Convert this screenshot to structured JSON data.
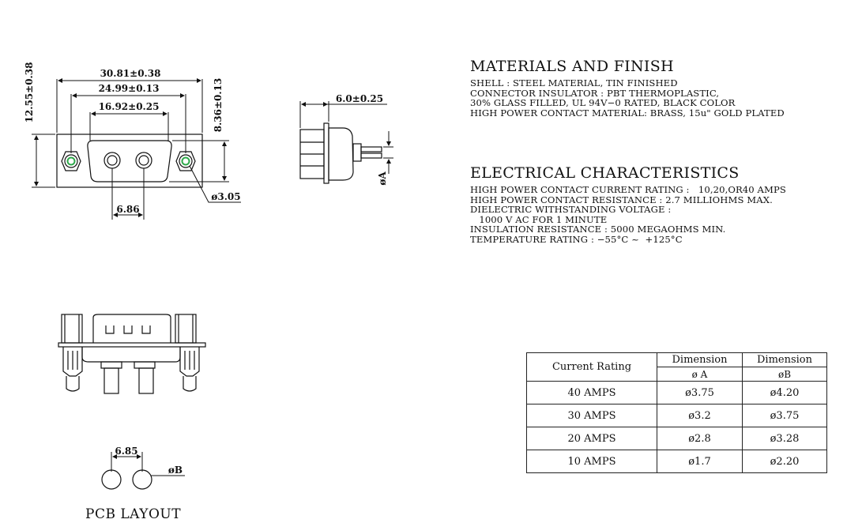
{
  "dimensions": {
    "overall_width": "30.81±0.38",
    "mount_spacing": "24.99±0.13",
    "shell_width": "16.92±0.25",
    "overall_height": "12.55±0.38",
    "shell_height": "8.36±0.13",
    "contact_pitch": "6.86",
    "mount_hole_dia": "ø3.05",
    "side_depth": "6.0±0.25",
    "pin_dia_label": "øA",
    "pcb_pitch": "6.85",
    "pcb_hole_label": "øB"
  },
  "pcb_caption": "PCB LAYOUT",
  "materials": {
    "heading": "MATERIALS  AND  FINISH",
    "lines": [
      "SHELL : STEEL MATERIAL, TIN FINISHED",
      "CONNECTOR INSULATOR : PBT THERMOPLASTIC,",
      "30% GLASS FILLED, UL 94V−0 RATED, BLACK COLOR",
      "HIGH POWER CONTACT MATERIAL: BRASS, 15u\" GOLD PLATED"
    ]
  },
  "electrical": {
    "heading": "ELECTRICAL  CHARACTERISTICS",
    "lines": [
      "HIGH POWER CONTACT CURRENT RATING :   10,20,OR40 AMPS",
      "HIGH POWER CONTACT RESISTANCE : 2.7 MILLIOHMS MAX.",
      "DIELECTRIC WITHSTANDING VOLTAGE :",
      "   1000 V AC FOR 1 MINUTE",
      "INSULATION RESISTANCE : 5000 MEGAOHMS MIN.",
      "TEMPERATURE RATING : −55°C ~  +125°C"
    ]
  },
  "table": {
    "col1_header": "Current Rating",
    "col2_header": "Dimension",
    "col3_header": "Dimension",
    "col2_sub": "ø A",
    "col3_sub": "øB",
    "rows": [
      {
        "rating": "40  AMPS",
        "a": "ø3.75",
        "b": "ø4.20"
      },
      {
        "rating": "30  AMPS",
        "a": "ø3.2",
        "b": "ø3.75"
      },
      {
        "rating": "20  AMPS",
        "a": "ø2.8",
        "b": "ø3.28"
      },
      {
        "rating": "10  AMPS",
        "a": "ø1.7",
        "b": "ø2.20"
      }
    ]
  },
  "colors": {
    "line": "#111111",
    "hole_accent": "#2ea84a"
  }
}
